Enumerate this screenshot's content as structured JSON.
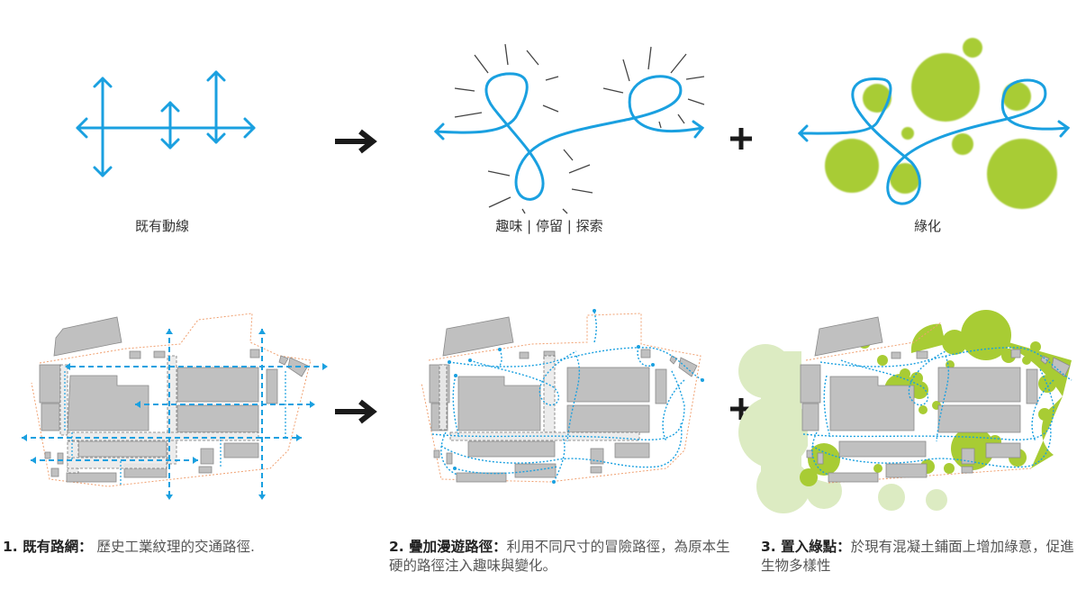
{
  "colors": {
    "path_blue": "#1aa0e0",
    "tree_green": "#a8cc34",
    "tree_green_light": "#dcebc2",
    "building_gray": "#c0c0c0",
    "building_stroke": "#8a8a8a",
    "boundary_orange": "#f0a070",
    "operator_black": "#1a1a1a",
    "ray_gray": "#444444"
  },
  "top_row": {
    "panel1": {
      "label": "既有動線"
    },
    "operator1": {
      "symbol": "arrow",
      "glyph": "→"
    },
    "panel2": {
      "label": "趣味 | 停留 | 探索"
    },
    "operator2": {
      "symbol": "plus",
      "glyph": "+"
    },
    "panel3": {
      "label": "綠化"
    }
  },
  "bottom_row": {
    "operator1": {
      "symbol": "arrow",
      "glyph": "→"
    },
    "operator2": {
      "symbol": "plus",
      "glyph": "+"
    }
  },
  "captions": [
    {
      "title": "1. 既有路網：",
      "body": " 歷史工業紋理的交通路徑."
    },
    {
      "title": "2. 疊加漫遊路徑：",
      "body": "利用不同尺寸的冒險路徑，為原本生硬的路徑注入趣味與變化。"
    },
    {
      "title": "3. 置入綠點：",
      "body": "於現有混凝土鋪面上增加綠意，促進生物多樣性"
    }
  ]
}
